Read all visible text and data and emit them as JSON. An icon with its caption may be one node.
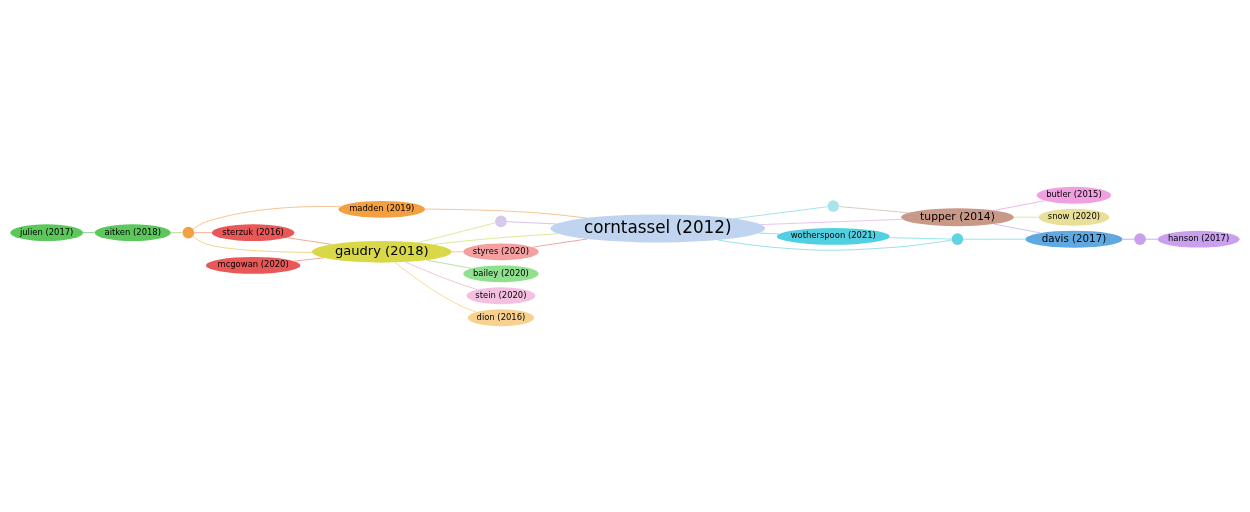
{
  "diagram": {
    "nodes": [
      {
        "text": [
          "julien (2017)"
        ]
      },
      {
        "text": [
          "aitken (2018)"
        ]
      },
      {
        "text": [],
        "shape": "circle"
      },
      {
        "text": [
          "madden (2019)"
        ]
      },
      {
        "text": [
          "sterzuk (2016)"
        ]
      },
      {
        "text": [
          "mcgowan (2020)"
        ]
      },
      {
        "text": [
          "gaudry (2018)"
        ]
      },
      {
        "text": [],
        "shape": "circle"
      },
      {
        "text": [
          "corntassel (2012)"
        ]
      },
      {
        "text": [
          "styres (2020)"
        ]
      },
      {
        "text": [
          "bailey (2020)"
        ]
      },
      {
        "text": [
          "stein (2020)"
        ]
      },
      {
        "text": [
          "dion (2016)"
        ]
      },
      {
        "text": [],
        "shape": "circle"
      },
      {
        "text": [
          "tupper (2014)"
        ]
      },
      {
        "text": [
          "butler (2015)"
        ]
      },
      {
        "text": [
          "snow (2020)"
        ]
      },
      {
        "text": [
          "wotherspoon (2021)"
        ]
      },
      {
        "text": [],
        "shape": "circle"
      },
      {
        "text": [
          "davis (2017)"
        ]
      },
      {
        "text": [],
        "shape": "circle"
      },
      {
        "text": [
          "hanson (2017)"
        ]
      }
    ],
    "edges": [
      {
        "from": 0,
        "to": 1,
        "arrow": "none",
        "color": "#7fd07f"
      },
      {
        "from": 1,
        "to": 2,
        "arrow": "none",
        "color": "#b8d890"
      },
      {
        "from": 2,
        "to": 3,
        "arrow": "none",
        "color": "#f5c090"
      },
      {
        "from": 2,
        "to": 4,
        "arrow": "none",
        "color": "#f5a890"
      },
      {
        "from": 2,
        "to": 6,
        "arrow": "none",
        "color": "#f5d080"
      },
      {
        "from": 3,
        "to": 8,
        "arrow": "none",
        "color": "#f5c090"
      },
      {
        "from": 4,
        "to": 6,
        "arrow": "none",
        "color": "#f5a090"
      },
      {
        "from": 5,
        "to": 6,
        "arrow": "none",
        "color": "#f5a090"
      },
      {
        "from": 6,
        "to": 7,
        "arrow": "none",
        "color": "#d8e890"
      },
      {
        "from": 6,
        "to": 8,
        "arrow": "none",
        "color": "#d8e890"
      },
      {
        "from": 6,
        "to": 10,
        "arrow": "none",
        "color": "#b0e0a0"
      },
      {
        "from": 6,
        "to": 9,
        "arrow": "none",
        "color": "#f5c0a0"
      },
      {
        "from": 6,
        "to": 11,
        "arrow": "none",
        "color": "#f0c0d8"
      },
      {
        "from": 6,
        "to": 12,
        "arrow": "none",
        "color": "#f5d890"
      },
      {
        "from": 7,
        "to": 8,
        "arrow": "none",
        "color": "#d0c0e8"
      },
      {
        "from": 9,
        "to": 8,
        "arrow": "none",
        "color": "#f0a0a0"
      },
      {
        "from": 8,
        "to": 13,
        "arrow": "none",
        "color": "#a0e0e8"
      },
      {
        "from": 8,
        "to": 14,
        "arrow": "none",
        "color": "#e8c0f0"
      },
      {
        "from": 8,
        "to": 18,
        "arrow": "none",
        "color": "#90e0e8"
      },
      {
        "from": 8,
        "to": 17,
        "arrow": "none",
        "color": "#90e0e8"
      },
      {
        "from": 13,
        "to": 14,
        "arrow": "none",
        "color": "#d0c8c0"
      },
      {
        "from": 14,
        "to": 15,
        "arrow": "none",
        "color": "#f0b0e8"
      },
      {
        "from": 14,
        "to": 16,
        "arrow": "none",
        "color": "#e8e0a0"
      },
      {
        "from": 14,
        "to": 19,
        "arrow": "none",
        "color": "#c8c0f0"
      },
      {
        "from": 17,
        "to": 18,
        "arrow": "none",
        "color": "#90e0e8"
      },
      {
        "from": 18,
        "to": 19,
        "arrow": "none",
        "color": "#90e0e8"
      },
      {
        "from": 19,
        "to": 20,
        "arrow": "none",
        "color": "#c0a8f0"
      },
      {
        "from": 20,
        "to": 21,
        "arrow": "none",
        "color": "#c0a8f0"
      }
    ]
  }
}
